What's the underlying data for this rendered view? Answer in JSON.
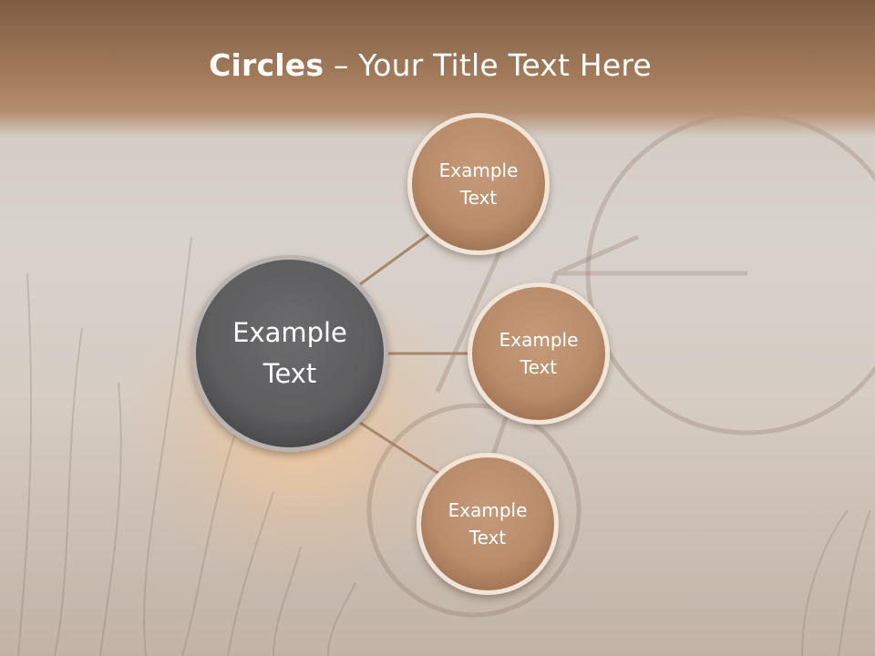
{
  "title": {
    "bold": "Circles",
    "rest": " – Your Title Text Here"
  },
  "hub": {
    "line1": "Example",
    "line2": "Text",
    "color": "#5e5e60"
  },
  "satellites": [
    {
      "line1": "Example",
      "line2": "Text"
    },
    {
      "line1": "Example",
      "line2": "Text"
    },
    {
      "line1": "Example",
      "line2": "Text"
    }
  ],
  "colors": {
    "header": "#9b7455",
    "satellite_fill": "#c89a76",
    "connector": "#a8876a",
    "text": "#ffffff"
  }
}
